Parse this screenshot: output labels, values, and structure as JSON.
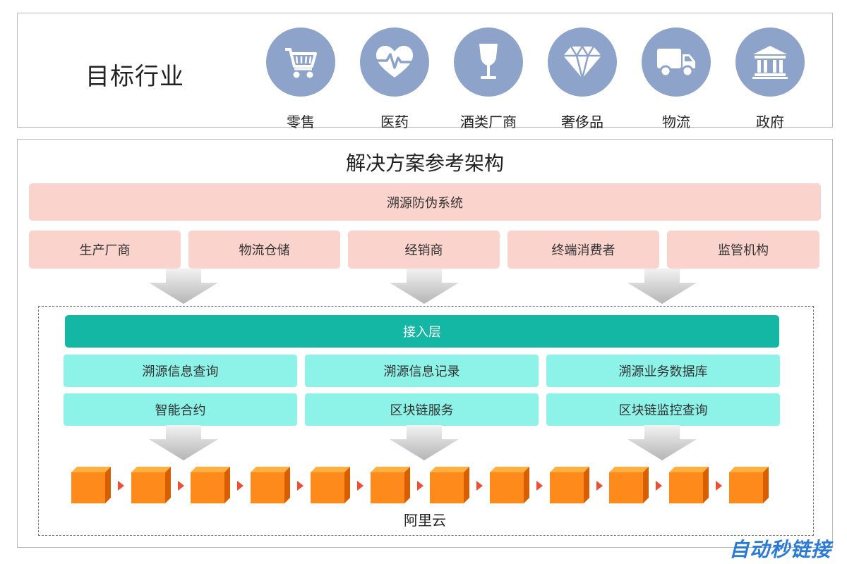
{
  "industries": {
    "title": "目标行业",
    "items": [
      {
        "label": "零售",
        "icon": "shopping-cart-icon"
      },
      {
        "label": "医药",
        "icon": "heart-pulse-icon"
      },
      {
        "label": "酒类厂商",
        "icon": "wine-glass-icon"
      },
      {
        "label": "奢侈品",
        "icon": "diamond-icon"
      },
      {
        "label": "物流",
        "icon": "truck-icon"
      },
      {
        "label": "政府",
        "icon": "government-building-icon"
      }
    ]
  },
  "architecture": {
    "title": "解决方案参考架构",
    "system_label": "溯源防伪系统",
    "participants": [
      "生产厂商",
      "物流仓储",
      "经销商",
      "终端消费者",
      "监管机构"
    ],
    "access_layer": "接入层",
    "services_row1": [
      "溯源信息查询",
      "溯源信息记录",
      "溯源业务数据库"
    ],
    "services_row2": [
      "智能合约",
      "区块链服务",
      "区块链监控查询"
    ],
    "cloud_label": "阿里云",
    "block_count": 12
  },
  "watermark": "自动秒链接",
  "colors": {
    "icon_circle": "#8ea3c9",
    "pink": "#fbd3cd",
    "teal": "#13b7a3",
    "aqua": "#8df2e8",
    "cube_orange": "#ff8a1c",
    "connector_red": "#ee4f33",
    "watermark_blue": "#2a7bd8"
  }
}
